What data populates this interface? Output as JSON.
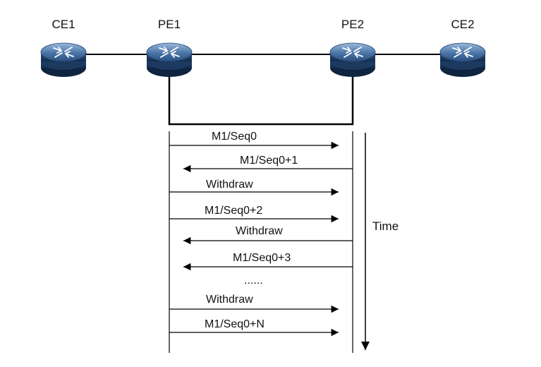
{
  "routers": [
    {
      "id": "ce1",
      "label": "CE1"
    },
    {
      "id": "pe1",
      "label": "PE1"
    },
    {
      "id": "pe2",
      "label": "PE2"
    },
    {
      "id": "ce2",
      "label": "CE2"
    }
  ],
  "messages": [
    {
      "text": "M1/Seq0",
      "direction": "pe1-to-pe2"
    },
    {
      "text": "M1/Seq0+1",
      "direction": "pe2-to-pe1"
    },
    {
      "text": "Withdraw",
      "direction": "pe1-to-pe2"
    },
    {
      "text": "M1/Seq0+2",
      "direction": "pe1-to-pe2"
    },
    {
      "text": "Withdraw",
      "direction": "pe2-to-pe1"
    },
    {
      "text": "M1/Seq0+3",
      "direction": "pe2-to-pe1"
    },
    {
      "text": "......",
      "direction": "none"
    },
    {
      "text": "Withdraw",
      "direction": "pe1-to-pe2"
    },
    {
      "text": "M1/Seq0+N",
      "direction": "pe1-to-pe2"
    }
  ],
  "time_axis": {
    "label": "Time"
  },
  "colors": {
    "router_top": "#4a74a6",
    "router_side": "#1f3d63",
    "line": "#000000"
  }
}
